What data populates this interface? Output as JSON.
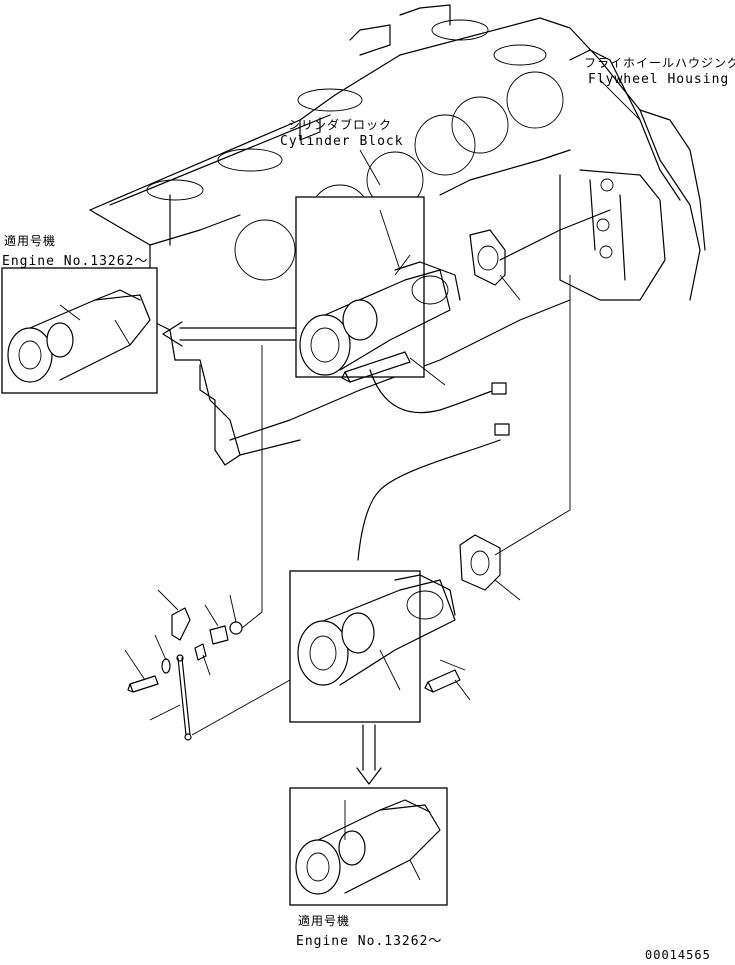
{
  "labels": {
    "flywheel_housing_jp": "フライホイールハウジング",
    "flywheel_housing_en": "Flywheel Housing",
    "cylinder_block_jp": "シリンダブロック",
    "cylinder_block_en": "Cylinder Block",
    "applicable_engine_jp_top": "適用号機",
    "engine_no_top": "Engine No.13262～",
    "applicable_engine_jp_bottom": "適用号機",
    "engine_no_bottom": "Engine No.13262～",
    "drawing_number": "00014565"
  },
  "callouts": [
    {
      "target": "starter-motor-upper"
    },
    {
      "target": "mounting-bolt-upper"
    },
    {
      "target": "gasket-upper"
    },
    {
      "target": "wiring-harness"
    },
    {
      "target": "gasket-lower"
    },
    {
      "target": "starter-motor-lower"
    },
    {
      "target": "mounting-bolt-lower"
    },
    {
      "target": "bolt-left"
    },
    {
      "target": "washer"
    },
    {
      "target": "cap"
    },
    {
      "target": "bushing"
    },
    {
      "target": "nut"
    },
    {
      "target": "spacer"
    },
    {
      "target": "stud"
    }
  ]
}
